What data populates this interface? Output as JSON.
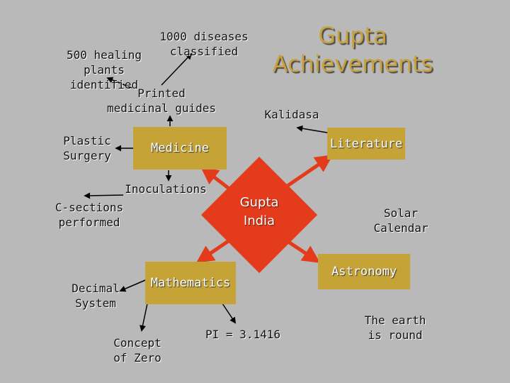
{
  "title": "Gupta\nAchievements",
  "center": "Gupta\nIndia",
  "categories": {
    "medicine": "Medicine",
    "literature": "Literature",
    "mathematics": "Mathematics",
    "astronomy": "Astronomy"
  },
  "notes": {
    "diseases": "1000 diseases\nclassified",
    "healing_plants": "500 healing\nplants identified",
    "medicinal_guides": "Printed\nmedicinal guides",
    "kalidasa": "Kalidasa",
    "plastic_surgery": "Plastic\nSurgery",
    "inoculations": "Inoculations",
    "c_sections": "C-sections\nperformed",
    "solar_calendar": "Solar\nCalendar",
    "decimal_system": "Decimal\nSystem",
    "concept_of_zero": "Concept\nof Zero",
    "pi": "PI = 3.1416",
    "earth_round": "The earth\nis round"
  },
  "colors": {
    "background": "#b9b9b9",
    "box": "#c6a336",
    "center": "#e33b1b",
    "title": "#c8a13a"
  }
}
